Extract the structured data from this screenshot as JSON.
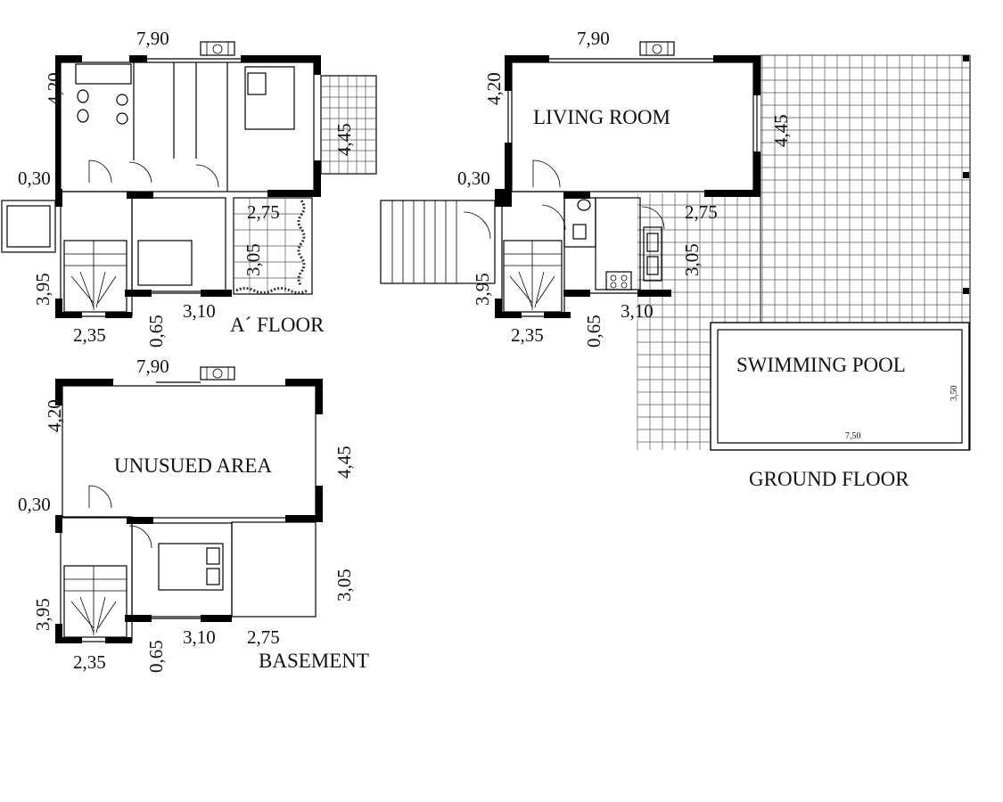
{
  "plans": {
    "a_floor": {
      "title": "A´ FLOOR",
      "dims": {
        "top": "7,90",
        "left_top": "4,20",
        "left_mid": "0,30",
        "left_bottom": "3,95",
        "bottom_left": "2,35",
        "bottom_mid": "0,65",
        "bottom_right": "3,10",
        "right": "4,45",
        "inner_h": "2,75",
        "inner_v": "3,05"
      }
    },
    "ground_floor": {
      "title": "GROUND FLOOR",
      "living_room": "LIVING ROOM",
      "swimming_pool": "SWIMMING POOL",
      "pool_width": "7,50",
      "pool_depth": "3,50",
      "dims": {
        "top": "7,90",
        "left_top": "4,20",
        "left_mid": "0,30",
        "left_bottom": "3,95",
        "bottom_left": "2,35",
        "bottom_mid": "0,65",
        "bottom_right": "3,10",
        "right": "4,45",
        "inner_h": "2,75",
        "inner_v": "3,05"
      }
    },
    "basement": {
      "title": "BASEMENT",
      "unused_area": "UNUSUED AREA",
      "dims": {
        "top": "7,90",
        "left_top": "4,20",
        "left_mid": "0,30",
        "left_bottom": "3,95",
        "bottom_left": "2,35",
        "bottom_mid": "0,65",
        "bottom_right": "3,10",
        "bottom_far": "2,75",
        "right_top": "4,45",
        "right_bottom": "3,05"
      }
    }
  }
}
